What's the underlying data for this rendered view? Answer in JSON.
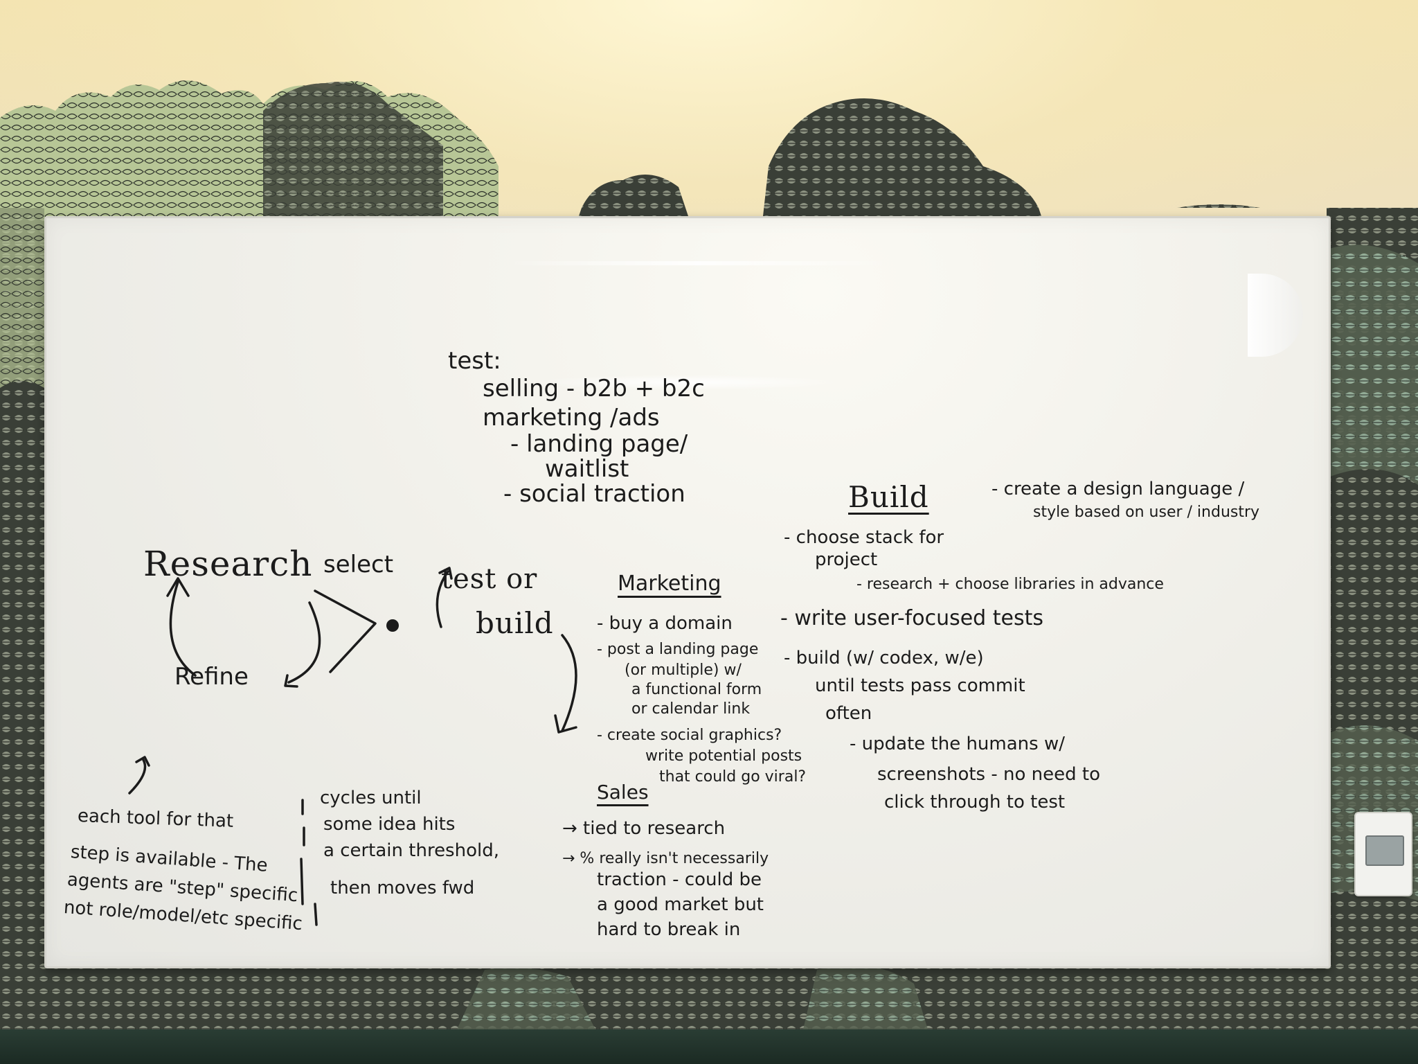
{
  "whiteboard": {
    "test_heading": "test:",
    "test_items": [
      "selling - b2b + b2c",
      "marketing /ads",
      "- landing page/",
      "waitlist",
      "- social traction"
    ],
    "research": "Research",
    "select": "select",
    "refine": "Refine",
    "test_or": "test or",
    "build_word": "build",
    "each_tool": [
      "each tool for that",
      "step is available - The",
      "agents are \"step\" specific",
      "not role/model/etc specific"
    ],
    "cycles": [
      "cycles until",
      "some idea hits",
      "a certain threshold,",
      "then moves fwd"
    ],
    "marketing": {
      "heading": "Marketing",
      "items": [
        "- buy a domain",
        "- post a landing page",
        "(or multiple) w/",
        "a functional form",
        "or calendar link",
        "- create social graphics?",
        "write potential posts",
        "that could go viral?"
      ]
    },
    "sales": {
      "heading": "Sales",
      "items": [
        "→ tied to research",
        "→ % really isn't necessarily",
        "traction - could be",
        "a good market but",
        "hard to break in"
      ]
    },
    "build": {
      "heading": "Build",
      "items": [
        "- choose stack for",
        "project",
        "- research + choose libraries in advance",
        "- write user-focused tests",
        "- build (w/ codex, w/e)",
        "until tests pass commit",
        "often",
        "- update the humans w/",
        "screenshots - no need to",
        "click through to test"
      ],
      "side_note": [
        "- create a design language /",
        "style based on user / industry"
      ]
    }
  },
  "colors": {
    "ink": "#1b1b1b",
    "board": "#f1f0ea",
    "wall": "#efe1bd",
    "foliage_dark": "#2b2f2a",
    "foliage_light": "#b9c79a",
    "shelf": "#1b2a23"
  }
}
